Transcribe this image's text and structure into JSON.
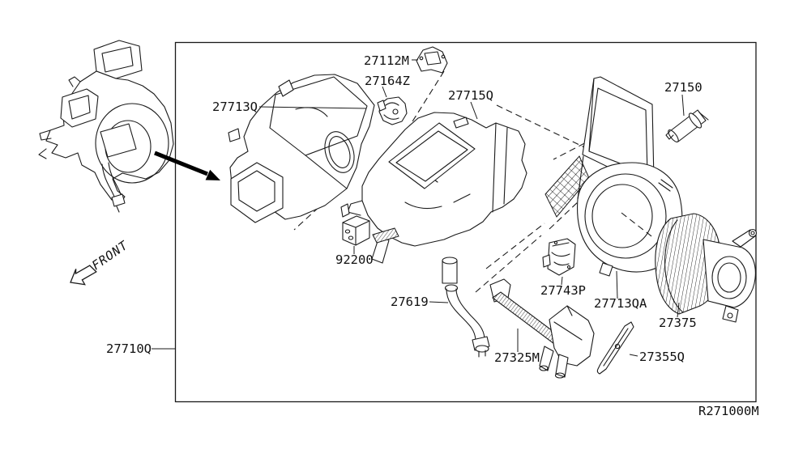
{
  "diagram": {
    "figure_ref": "R271000M",
    "front_indicator": "FRONT",
    "part_labels": {
      "p27710Q": "27710Q",
      "p27713Q": "27713Q",
      "p27112M": "27112M",
      "p27164Z": "27164Z",
      "p27715Q": "27715Q",
      "p27150": "27150",
      "p92200": "92200",
      "p27619": "27619",
      "p27743P": "27743P",
      "p27713QA": "27713QA",
      "p27375": "27375",
      "p27325M": "27325M",
      "p27355Q": "27355Q"
    },
    "colors": {
      "line": "#1a1a1a",
      "background": "#ffffff"
    }
  }
}
